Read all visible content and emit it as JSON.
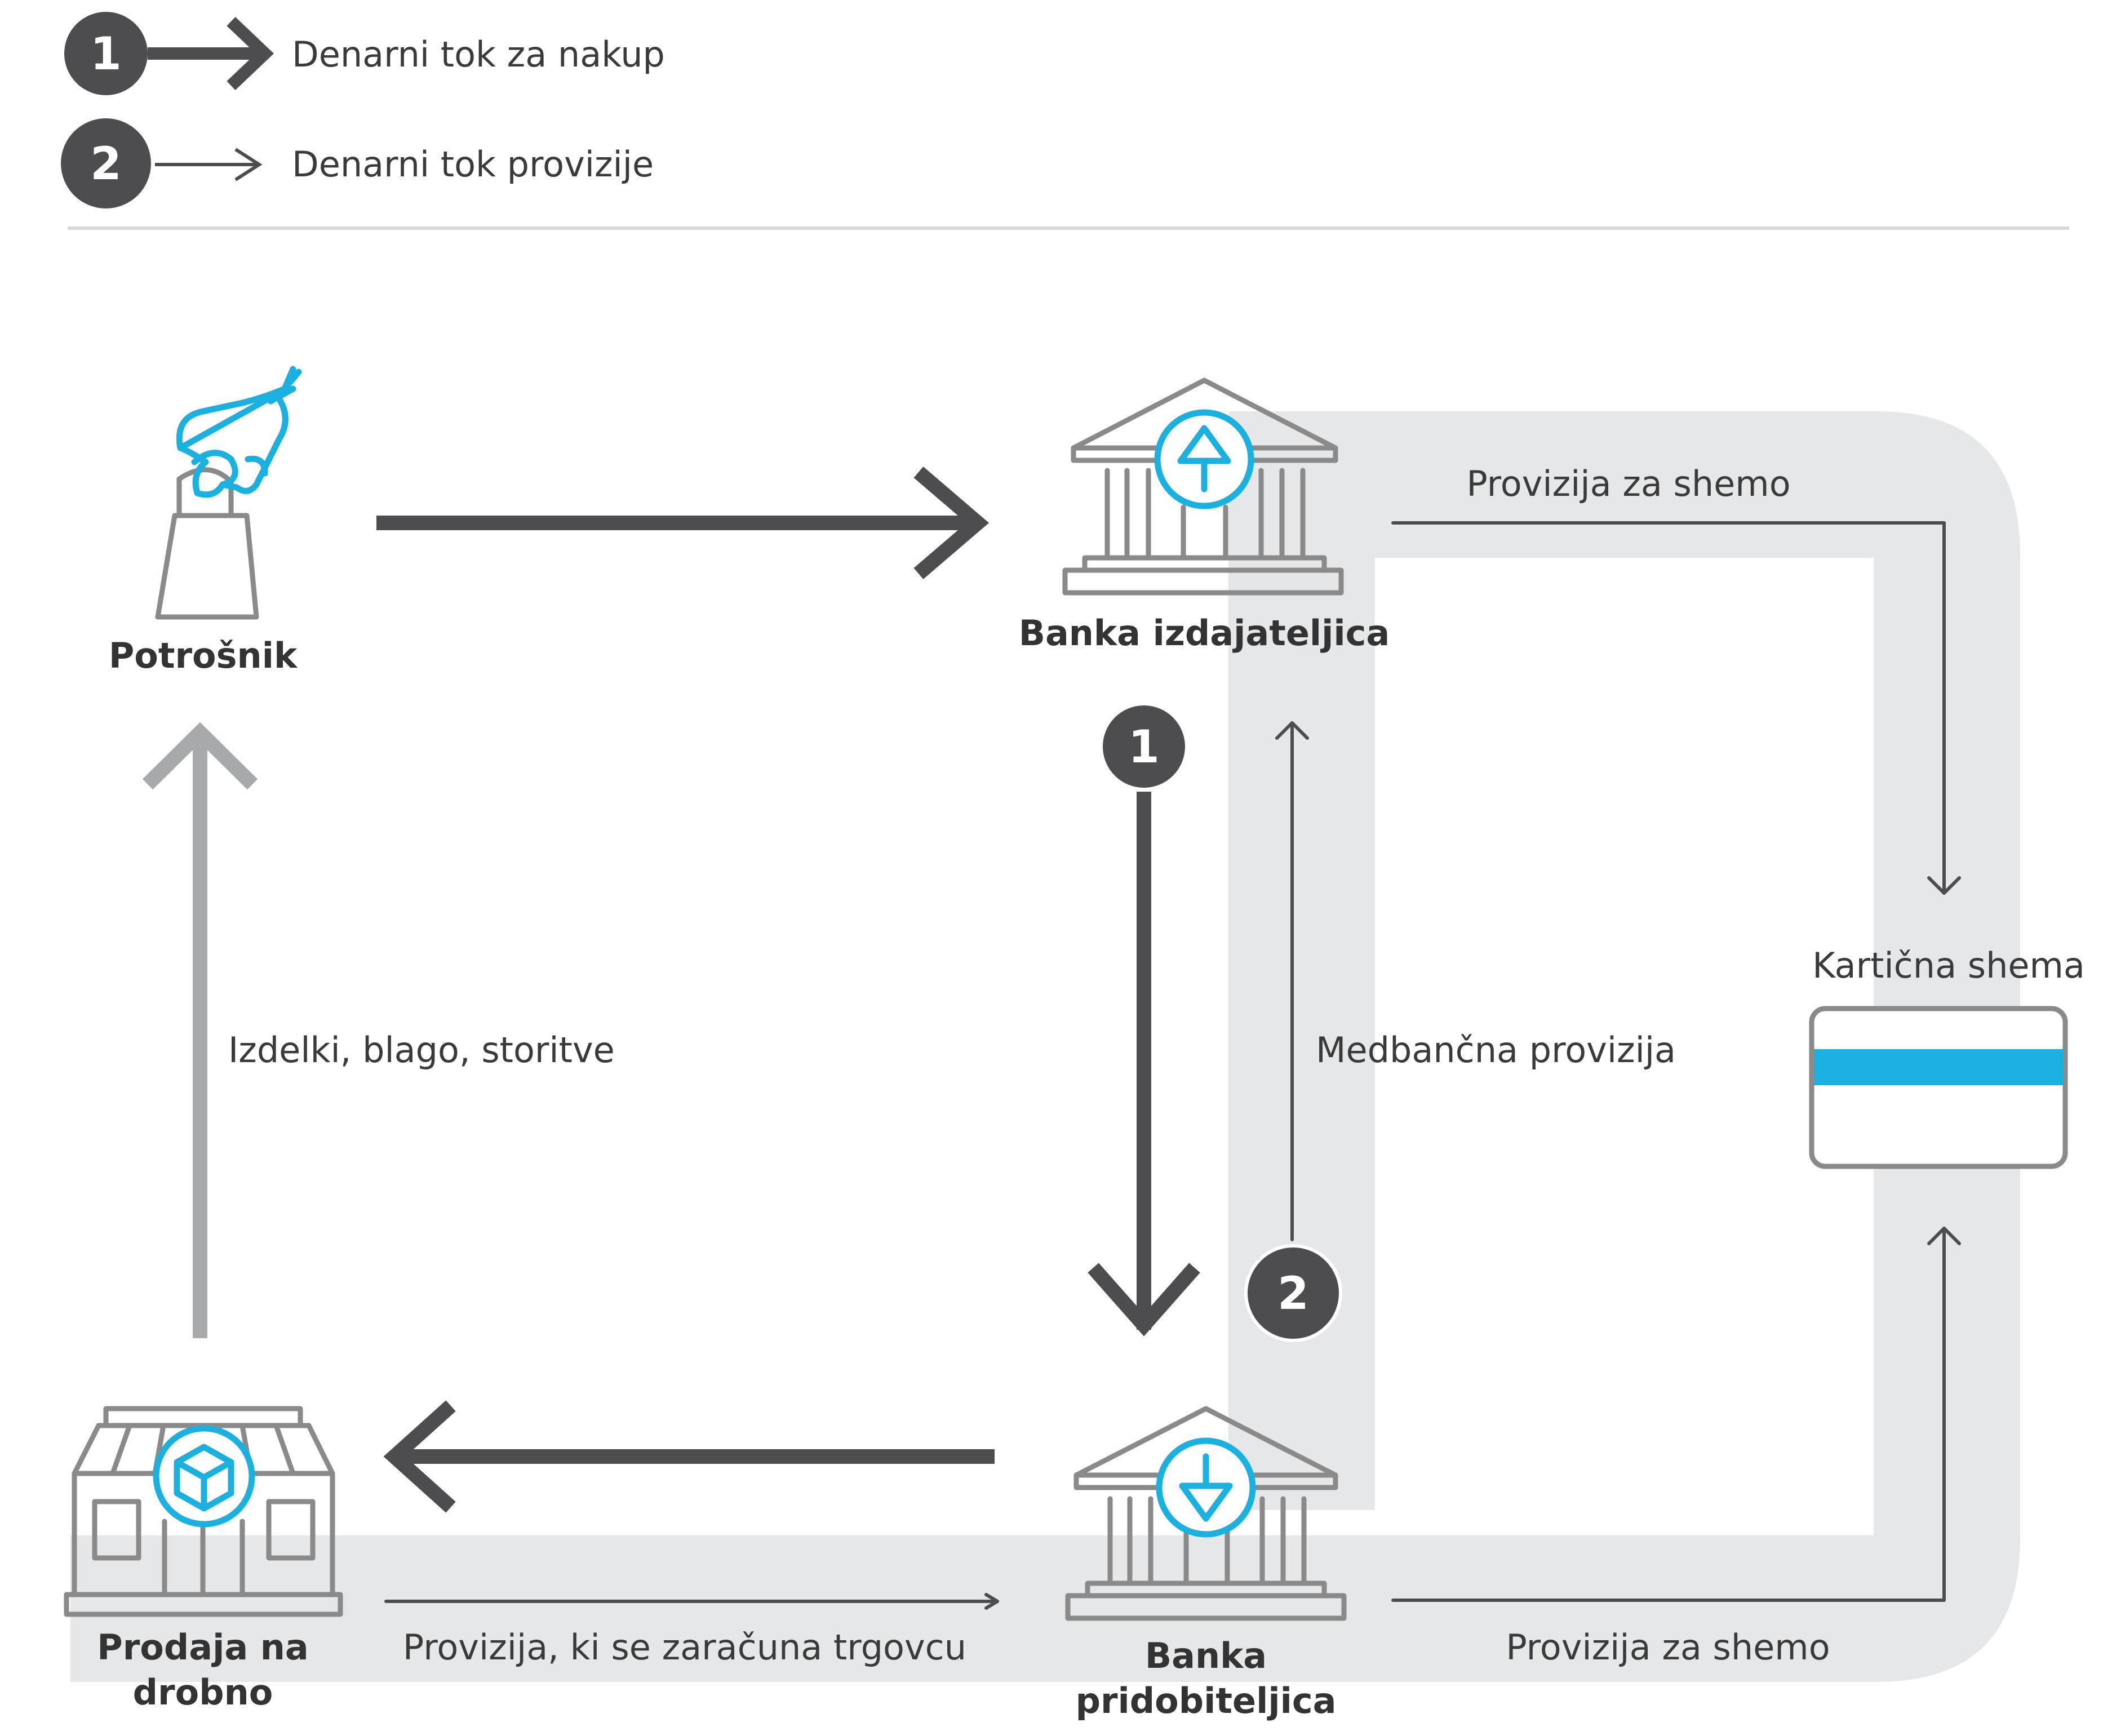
{
  "legend": {
    "purchase_badge": "1",
    "purchase_label": "Denarni tok za nakup",
    "commission_badge": "2",
    "commission_label": "Denarni tok provizije"
  },
  "nodes": {
    "consumer": "Potrošnik",
    "issuing_bank": "Banka izdajateljica",
    "retail_line1": "Prodaja na",
    "retail_line2": "drobno",
    "acquiring_line1": "Banka",
    "acquiring_line2": "pridobiteljica",
    "card_scheme": "Kartična shema"
  },
  "flows": {
    "goods": "Izdelki, blago, storitve",
    "interchange": "Medbančna provizija",
    "scheme_fee_top": "Provizija za shemo",
    "scheme_fee_bottom": "Provizija za shemo",
    "merchant_fee": "Provizija, ki se zaračuna trgovcu",
    "badge_1": "1",
    "badge_2": "2"
  },
  "colors": {
    "dark_arrow": "#4d4d4f",
    "light_arrow": "#a7a9ab",
    "accent_blue": "#1ab0e0",
    "band_grey": "#e6e7e8",
    "badge_fill": "#4d4d4f"
  },
  "icons": {
    "consumer": "hand-shopping-bag-icon",
    "issuing_bank": "bank-arrow-up-icon",
    "acquiring_bank": "bank-arrow-down-icon",
    "retail": "store-box-icon",
    "card_scheme": "payment-card-icon"
  }
}
